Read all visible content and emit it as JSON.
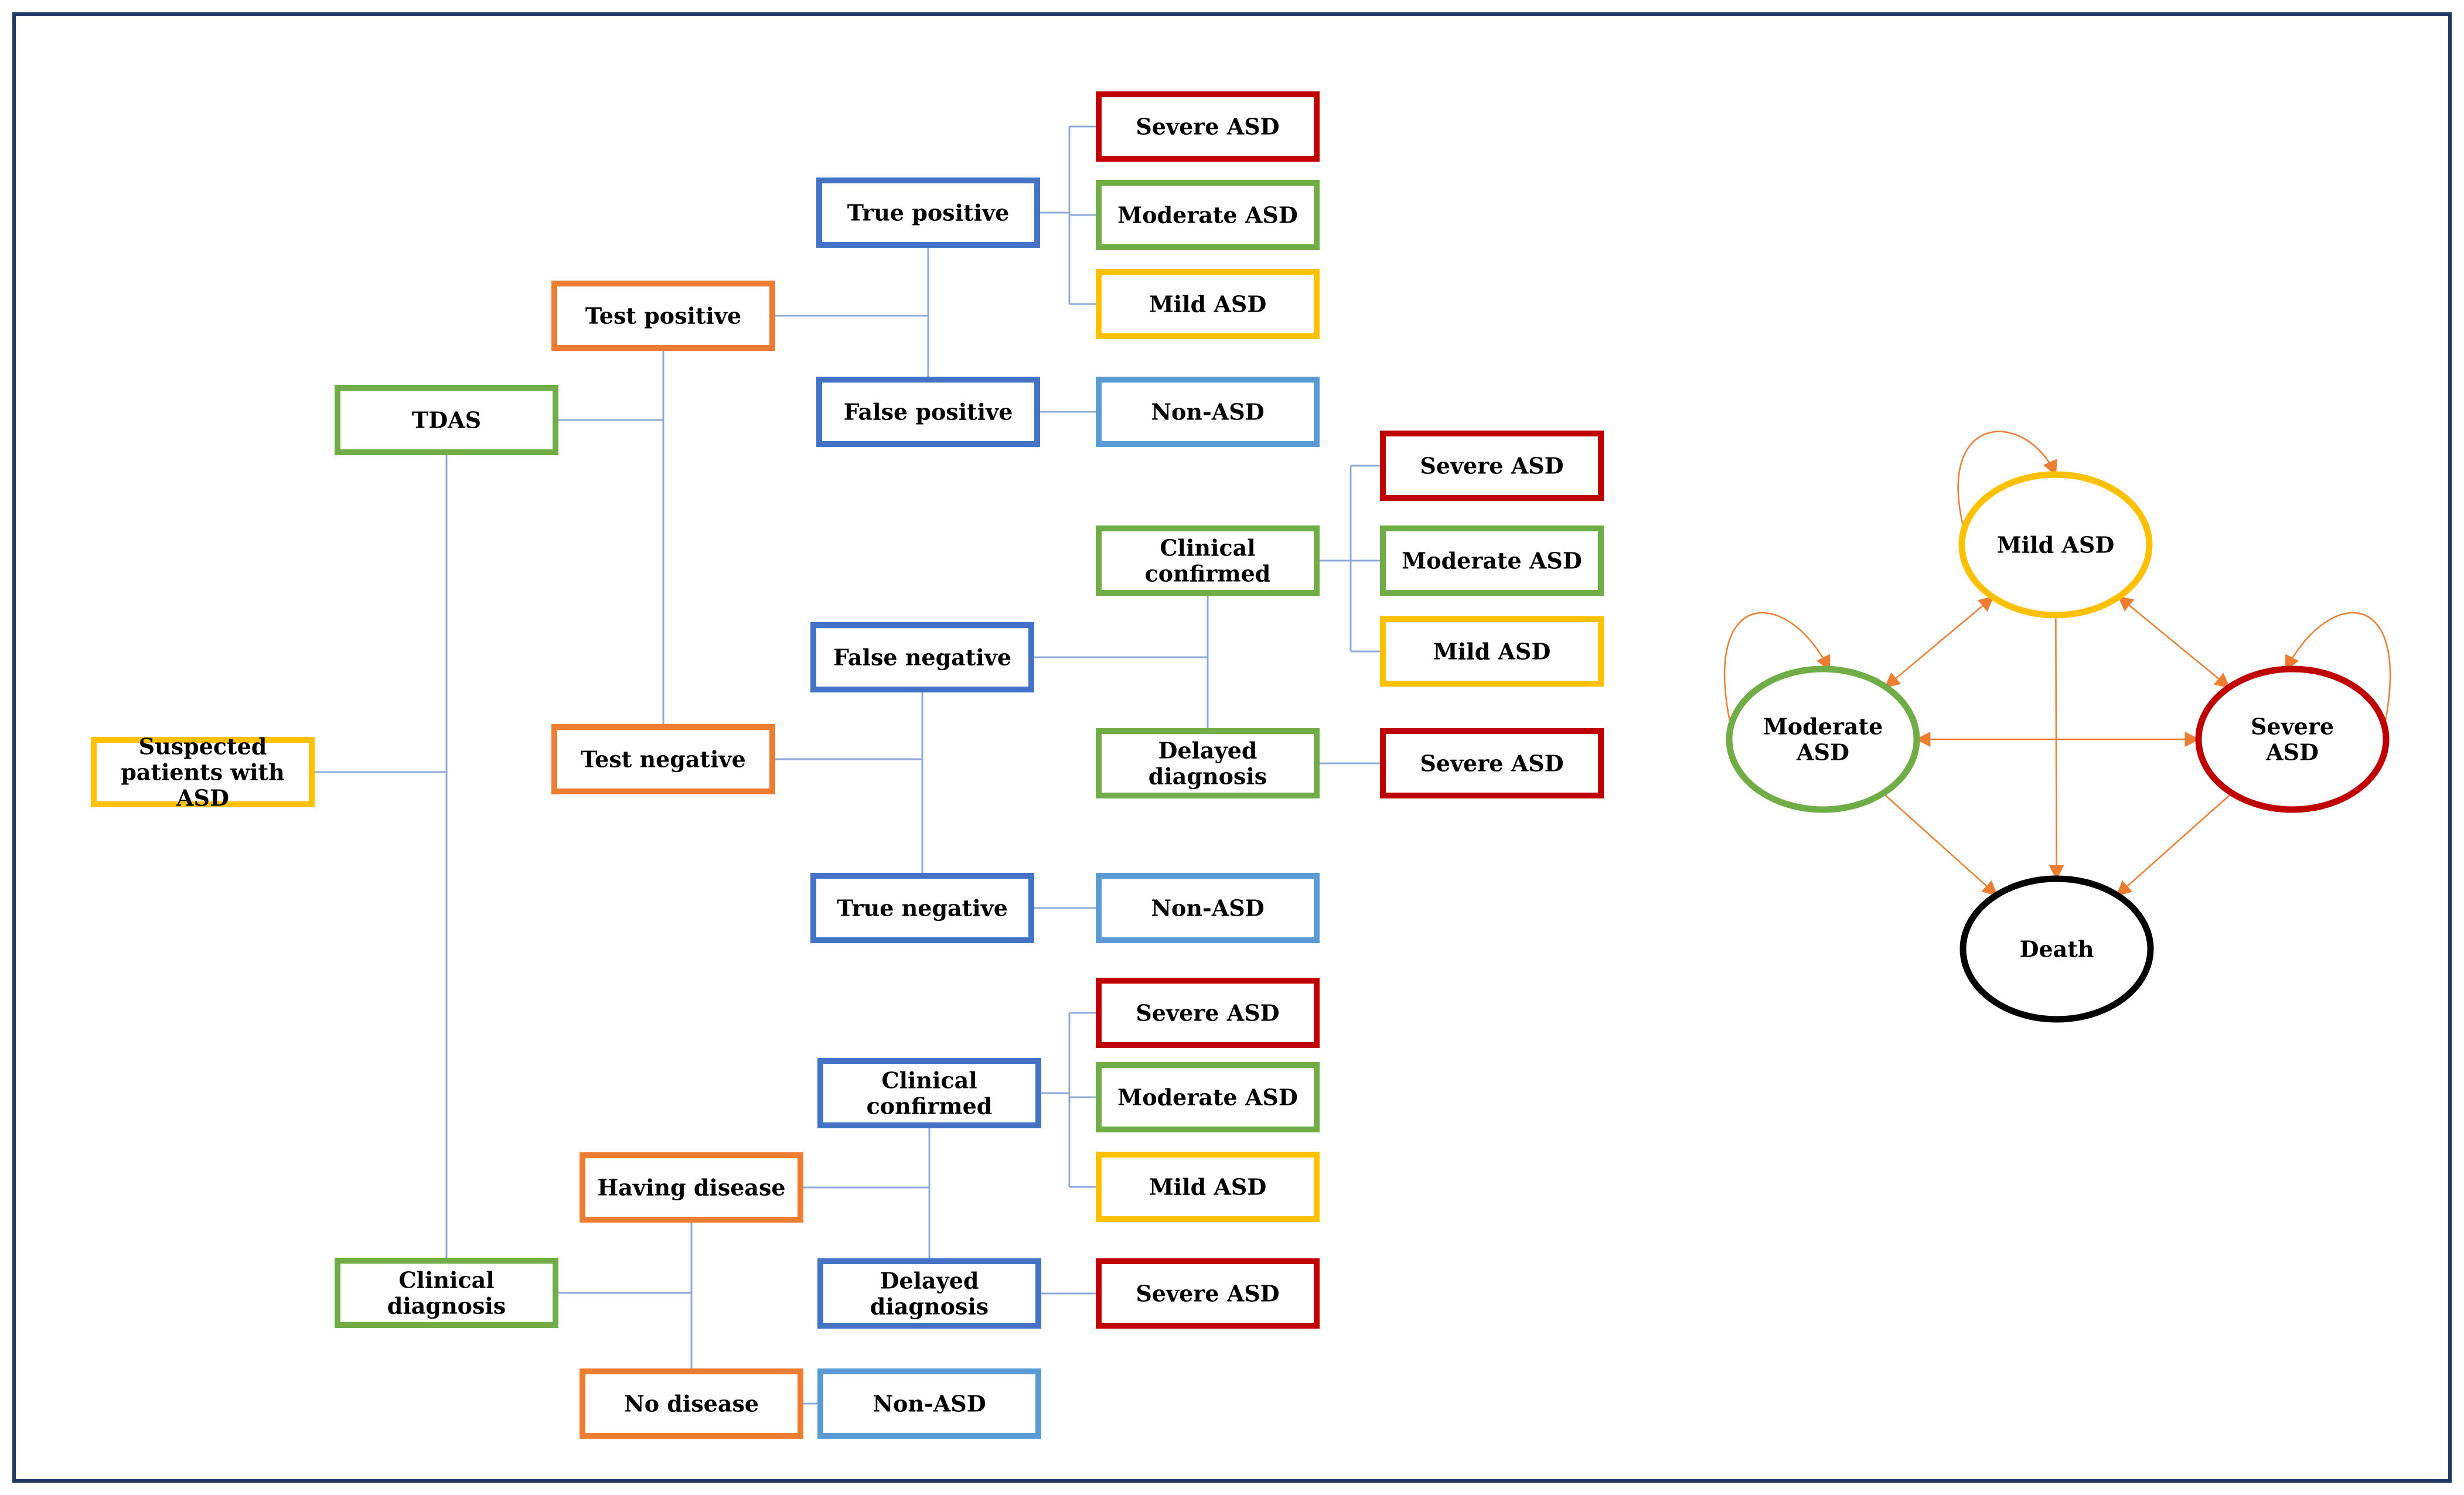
{
  "colors": {
    "orange": "#ed7d31",
    "green": "#70ad47",
    "blue": "#4472c4",
    "light_blue": "#5b9bd5",
    "red": "#c00000",
    "yellow": "#ffc000",
    "black": "#000000",
    "connector": "#8eaadb",
    "frame": "#1f3864",
    "arrow": "#ed7d31"
  },
  "decision_tree": {
    "root": {
      "label": "Suspected patients with ASD",
      "color": "yellow"
    },
    "tdas": {
      "label": "TDAS",
      "color": "green"
    },
    "clinical_diagnosis": {
      "label": "Clinical diagnosis",
      "color": "green"
    },
    "test_positive": {
      "label": "Test positive",
      "color": "orange"
    },
    "test_negative": {
      "label": "Test negative",
      "color": "orange"
    },
    "having_disease": {
      "label": "Having disease",
      "color": "orange"
    },
    "no_disease": {
      "label": "No disease",
      "color": "orange"
    },
    "true_positive": {
      "label": "True positive",
      "color": "blue"
    },
    "false_positive": {
      "label": "False positive",
      "color": "blue"
    },
    "false_negative": {
      "label": "False negative",
      "color": "blue"
    },
    "true_negative": {
      "label": "True negative",
      "color": "blue"
    },
    "cd_clinical_confirmed": {
      "label": "Clinical confirmed",
      "color": "blue"
    },
    "cd_delayed_diagnosis": {
      "label": "Delayed diagnosis",
      "color": "blue"
    },
    "fn_clinical_confirmed": {
      "label": "Clinical confirmed",
      "color": "green"
    },
    "fn_delayed_diagnosis": {
      "label": "Delayed diagnosis",
      "color": "green"
    },
    "tp_severe": {
      "label": "Severe ASD",
      "color": "red"
    },
    "tp_moderate": {
      "label": "Moderate ASD",
      "color": "green"
    },
    "tp_mild": {
      "label": "Mild ASD",
      "color": "yellow"
    },
    "fp_non_asd": {
      "label": "Non-ASD",
      "color": "light_blue"
    },
    "fn_cc_severe": {
      "label": "Severe ASD",
      "color": "red"
    },
    "fn_cc_moderate": {
      "label": "Moderate ASD",
      "color": "green"
    },
    "fn_cc_mild": {
      "label": "Mild ASD",
      "color": "yellow"
    },
    "fn_dd_severe": {
      "label": "Severe ASD",
      "color": "red"
    },
    "tn_non_asd": {
      "label": "Non-ASD",
      "color": "light_blue"
    },
    "cd_cc_severe": {
      "label": "Severe ASD",
      "color": "red"
    },
    "cd_cc_moderate": {
      "label": "Moderate ASD",
      "color": "green"
    },
    "cd_cc_mild": {
      "label": "Mild ASD",
      "color": "yellow"
    },
    "cd_dd_severe": {
      "label": "Severe ASD",
      "color": "red"
    },
    "nd_non_asd": {
      "label": "Non-ASD",
      "color": "light_blue"
    }
  },
  "markov_model": {
    "mild": {
      "label": "Mild ASD",
      "color": "yellow"
    },
    "moderate": {
      "label": "Moderate ASD",
      "color": "green"
    },
    "severe": {
      "label": "Severe ASD",
      "color": "red"
    },
    "death": {
      "label": "Death",
      "color": "black"
    }
  }
}
